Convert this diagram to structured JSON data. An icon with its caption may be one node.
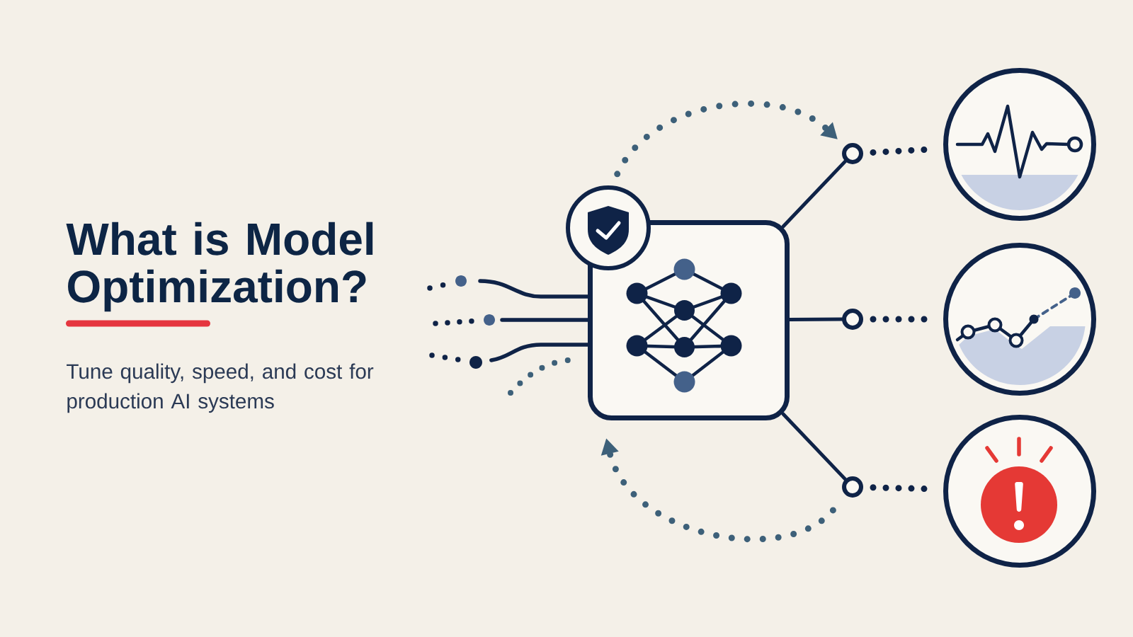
{
  "diagram": {
    "title": "What is Model Optimization?",
    "nodes": [
      {
        "text": [],
        "shape": "box"
      },
      {
        "text": [],
        "shape": "circle"
      },
      {
        "text": [],
        "shape": "circle"
      },
      {
        "text": [],
        "shape": "circle"
      },
      {
        "text": [],
        "shape": "circle"
      },
      {
        "text": [],
        "shape": "circle"
      },
      {
        "text": [],
        "shape": "circle"
      },
      {
        "text": [],
        "shape": "circle"
      },
      {
        "text": [],
        "shape": "circle"
      },
      {
        "text": [],
        "shape": "circle"
      },
      {
        "text": [],
        "shape": "circle"
      }
    ],
    "edges": [
      {
        "from": null,
        "to": 2,
        "arrow": "none",
        "style": "dashed"
      },
      {
        "from": null,
        "to": 3,
        "arrow": "none",
        "style": "dashed"
      },
      {
        "from": null,
        "to": 4,
        "arrow": "none",
        "style": "dashed"
      },
      {
        "from": 2,
        "to": 0,
        "arrow": "none"
      },
      {
        "from": 3,
        "to": 0,
        "arrow": "none"
      },
      {
        "from": 4,
        "to": 0,
        "arrow": "none"
      },
      {
        "from": 1,
        "to": 5,
        "arrow": "to",
        "style": "dashed",
        "color": "#3d6079"
      },
      {
        "from": 0,
        "to": 5,
        "arrow": "none"
      },
      {
        "from": 0,
        "to": 6,
        "arrow": "none"
      },
      {
        "from": 0,
        "to": 7,
        "arrow": "none"
      },
      {
        "from": 5,
        "to": 8,
        "arrow": "none",
        "style": "dashed"
      },
      {
        "from": 6,
        "to": 9,
        "arrow": "none",
        "style": "dashed"
      },
      {
        "from": 7,
        "to": 10,
        "arrow": "none",
        "style": "dashed"
      },
      {
        "from": 7,
        "to": 0,
        "arrow": "to",
        "style": "dashed",
        "color": "#3d6079"
      }
    ],
    "labels": [
      "Tune quality, speed, and cost for production AI systems"
    ]
  }
}
